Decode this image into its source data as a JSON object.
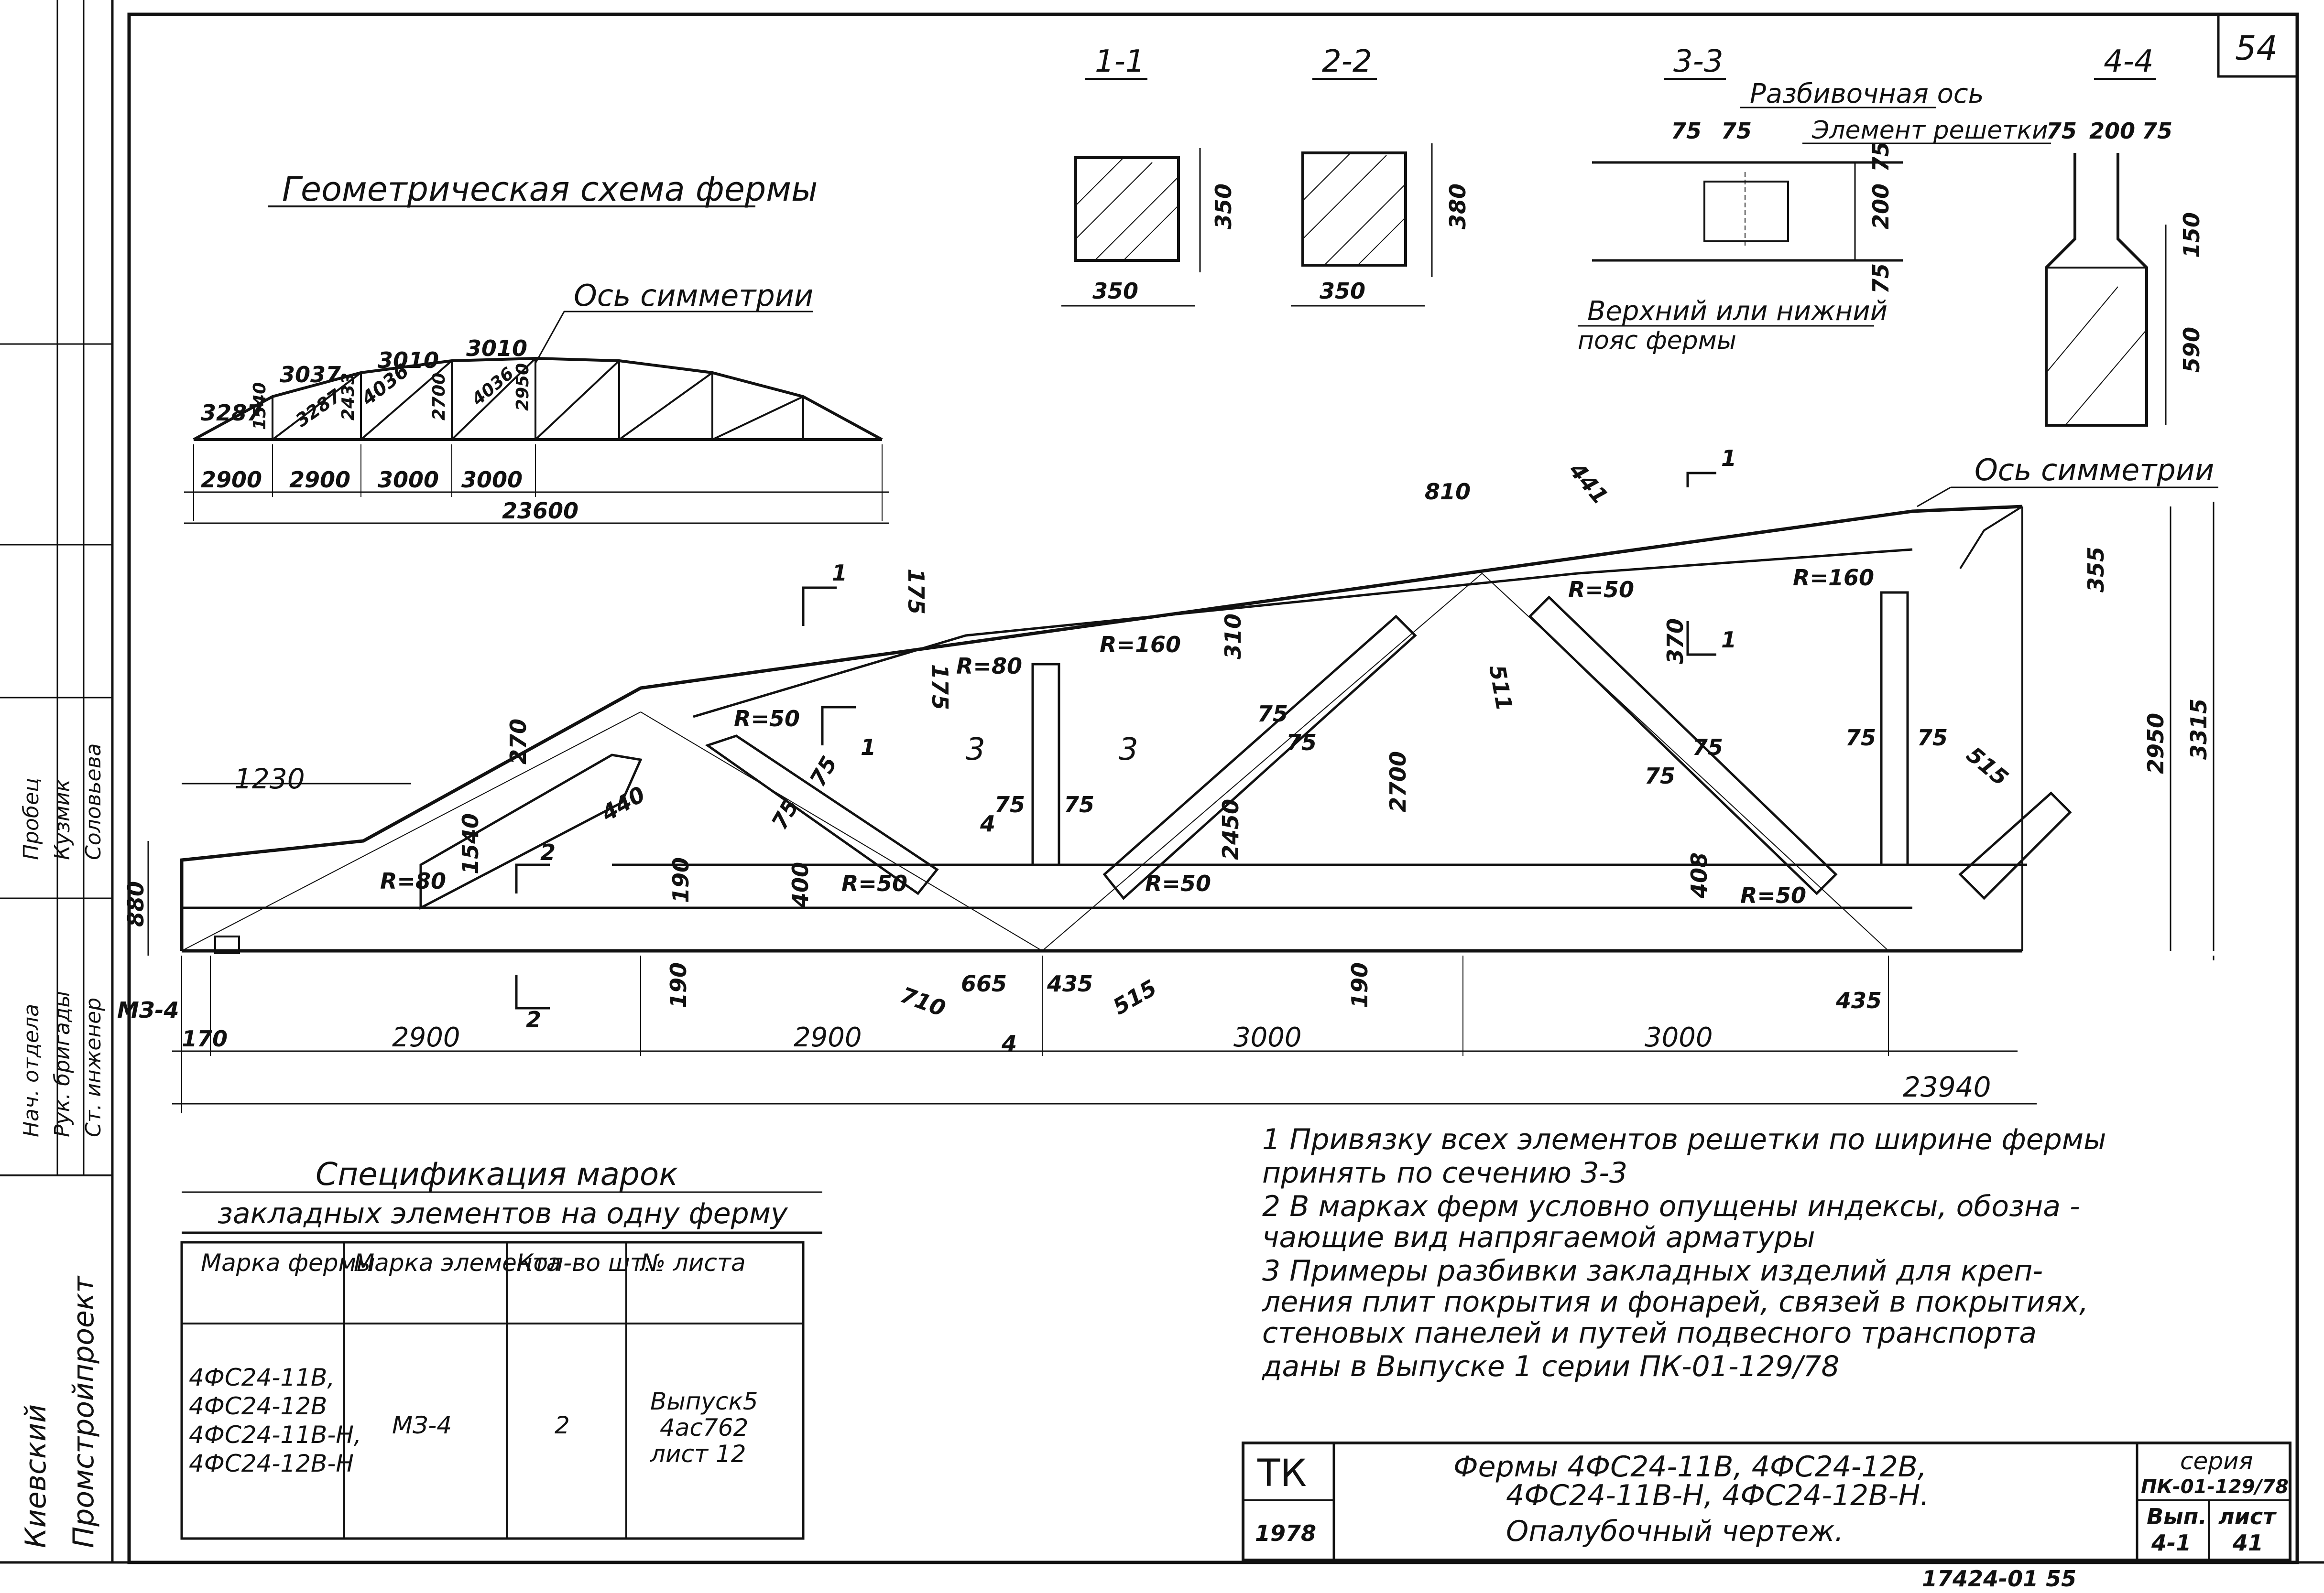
{
  "sheet": {
    "page_number": "54",
    "bottom_code": "17424-01 55"
  },
  "sections": {
    "s1": {
      "label": "1-1",
      "w": "350",
      "h": "350"
    },
    "s2": {
      "label": "2-2",
      "w": "350",
      "h": "380"
    },
    "s3": {
      "label": "3-3",
      "title": "Разбивочная ось",
      "element": "Элемент решетки",
      "d75a": "75",
      "d75b": "75",
      "d75c": "75",
      "d200": "200",
      "d75d": "75",
      "caption1": "Верхний или нижний",
      "caption2": "пояс фермы"
    },
    "s4": {
      "label": "4-4",
      "d75a": "75",
      "d200": "200",
      "d75b": "75",
      "d150": "150",
      "d590": "590"
    }
  },
  "geometric_scheme": {
    "title": "Геометрическая схема фермы",
    "symmetry_axis": "Ось симметрии",
    "members": [
      "3287",
      "3037",
      "3010",
      "3010",
      "1540",
      "3287",
      "2433",
      "4036",
      "2700",
      "4036",
      "2950"
    ],
    "panels": [
      "2900",
      "2900",
      "3000",
      "3000"
    ],
    "span": "23600"
  },
  "truss": {
    "symmetry_axis": "Ось симметрии",
    "dims_top": [
      "810",
      "441",
      "175",
      "175",
      "270",
      "1540",
      "440",
      "R=80",
      "R=50",
      "R=160",
      "310",
      "R=50",
      "R=160",
      "355",
      "370",
      "511"
    ],
    "dims_mid": [
      "1230",
      "880",
      "190",
      "400",
      "75",
      "75",
      "75",
      "75",
      "75",
      "75",
      "75",
      "75",
      "2450",
      "2700",
      "75",
      "75",
      "515",
      "2950",
      "3315",
      "408"
    ],
    "dims_low": [
      "R=80",
      "R=50",
      "R=50",
      "R=50",
      "190",
      "190",
      "710",
      "665",
      "435",
      "515",
      "435"
    ],
    "section_marks": [
      "1",
      "1",
      "1",
      "1",
      "2",
      "2",
      "3",
      "3",
      "4",
      "4"
    ],
    "bottom_dims": [
      "170",
      "2900",
      "2900",
      "3000",
      "3000",
      "23940"
    ],
    "embedded": "МЗ-4"
  },
  "spec": {
    "title": "Спецификация марок",
    "subtitle": "закладных элементов на одну ферму",
    "headers": [
      "Марка фермы",
      "Марка элемента",
      "Кол-во шт.",
      "№ листа"
    ],
    "row": {
      "marks": [
        "4ФС24-11В,",
        "4ФС24-12В",
        "4ФС24-11В-Н,",
        "4ФС24-12В-Н"
      ],
      "element": "МЗ-4",
      "qty": "2",
      "sheet": [
        "Выпуск5",
        "4ас762",
        "лист 12"
      ]
    }
  },
  "notes": [
    "1 Привязку всех элементов решетки по ширине фермы",
    "принять по сечению 3-3",
    "2 В марках ферм условно опущены индексы, обозна -",
    "чающие вид напрягаемой арматуры",
    "3 Примеры разбивки закладных изделий для креп-",
    "ления плит покрытия и фонарей, связей в покрытиях,",
    "стеновых панелей и путей подвесного транспорта",
    "даны в Выпуске 1 серии ПК-01-129/78"
  ],
  "title_block": {
    "org": "ТК",
    "year": "1978",
    "line1": "Фермы 4ФС24-11В, 4ФС24-12В,",
    "line2": "4ФС24-11В-Н, 4ФС24-12В-Н.",
    "line3": "Опалубочный чертеж.",
    "series_label": "серия",
    "series": "ПК-01-129/78",
    "issue_label": "Вып.",
    "issue": "4-1",
    "sheet_label": "лист",
    "sheet": "41"
  },
  "side_strip": {
    "org1": "Киевский",
    "org2": "Промстройпроект",
    "roles": [
      "Нач. отдела",
      "Рук. бригады",
      "Ст. инженер"
    ],
    "names": [
      "Пробец",
      "Кузмик",
      "Соловьева"
    ]
  }
}
